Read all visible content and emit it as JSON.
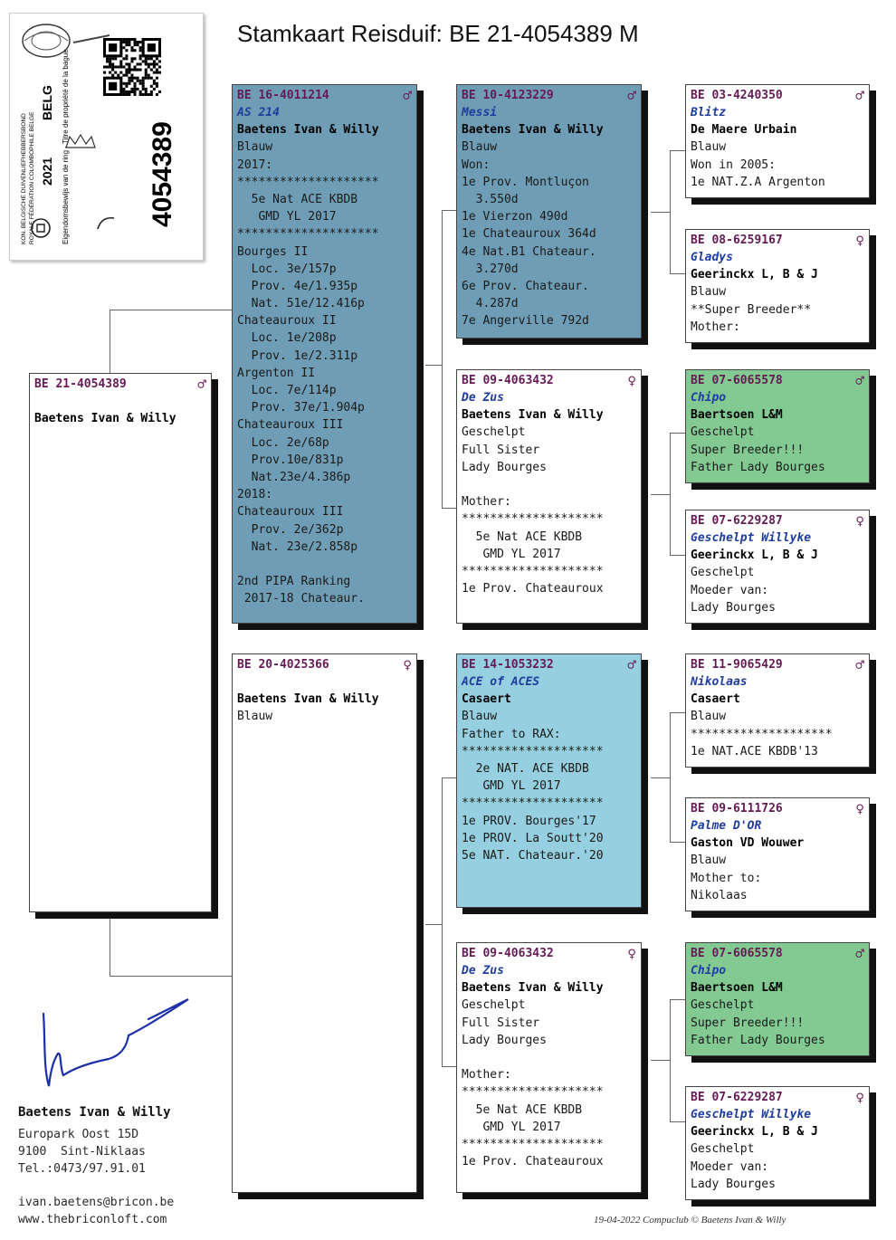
{
  "title": "Stamkaart Reisduif: BE  21-4054389 M",
  "ring_tag": {
    "org_line1": "KON. BELGISCHE DUIVENLIEFHEBBERSBOND",
    "org_line2": "ROYALE FÉDÉRATION COLOMBOPHILE BELGE",
    "year": "2021",
    "country": "BELG",
    "ownership_text": "Eigendomsbewijs van de ring · Titre de propriété de la bague",
    "number": "4054389"
  },
  "cards": {
    "subject": {
      "hdr": "BE  21-4054389",
      "sex": "♂",
      "name": "",
      "lines": [
        {
          "t": "Baetens Ivan & Willy",
          "b": true
        }
      ]
    },
    "sire": {
      "hdr": "BE  16-4011214",
      "sex": "♂",
      "name": "AS 214",
      "lines": [
        {
          "t": "Baetens Ivan & Willy",
          "b": true
        },
        {
          "t": "Blauw"
        },
        {
          "t": "2017:"
        },
        {
          "t": "********************"
        },
        {
          "t": "  5e Nat ACE KBDB"
        },
        {
          "t": "   GMD YL 2017"
        },
        {
          "t": "********************"
        },
        {
          "t": "Bourges II"
        },
        {
          "t": "  Loc. 3e/157p"
        },
        {
          "t": "  Prov. 4e/1.935p"
        },
        {
          "t": "  Nat. 51e/12.416p"
        },
        {
          "t": "Chateauroux II"
        },
        {
          "t": "  Loc. 1e/208p"
        },
        {
          "t": "  Prov. 1e/2.311p"
        },
        {
          "t": "Argenton II"
        },
        {
          "t": "  Loc. 7e/114p"
        },
        {
          "t": "  Prov. 37e/1.904p"
        },
        {
          "t": "Chateauroux III"
        },
        {
          "t": "  Loc. 2e/68p"
        },
        {
          "t": "  Prov.10e/831p"
        },
        {
          "t": "  Nat.23e/4.386p"
        },
        {
          "t": "2018:"
        },
        {
          "t": "Chateauroux III"
        },
        {
          "t": "  Prov. 2e/362p"
        },
        {
          "t": "  Nat. 23e/2.858p"
        },
        {
          "t": ""
        },
        {
          "t": "2nd PIPA Ranking"
        },
        {
          "t": " 2017-18 Chateaur."
        }
      ]
    },
    "dam": {
      "hdr": "BE  20-4025366",
      "sex": "♀",
      "name": "",
      "lines": [
        {
          "t": "Baetens Ivan & Willy",
          "b": true
        },
        {
          "t": "Blauw"
        }
      ]
    },
    "ss": {
      "hdr": "BE  10-4123229",
      "sex": "♂",
      "name": "Messi",
      "lines": [
        {
          "t": "Baetens Ivan & Willy",
          "b": true
        },
        {
          "t": "Blauw"
        },
        {
          "t": "Won:"
        },
        {
          "t": "1e Prov. Montluçon"
        },
        {
          "t": "  3.550d"
        },
        {
          "t": "1e Vierzon 490d"
        },
        {
          "t": "1e Chateauroux 364d"
        },
        {
          "t": "4e Nat.B1 Chateaur."
        },
        {
          "t": "  3.270d"
        },
        {
          "t": "6e Prov. Chateaur."
        },
        {
          "t": "  4.287d"
        },
        {
          "t": "7e Angerville 792d"
        }
      ]
    },
    "sd": {
      "hdr": "BE  09-4063432",
      "sex": "♀",
      "name": "De Zus",
      "lines": [
        {
          "t": "Baetens Ivan & Willy",
          "b": true
        },
        {
          "t": "Geschelpt"
        },
        {
          "t": "Full Sister"
        },
        {
          "t": "Lady Bourges"
        },
        {
          "t": ""
        },
        {
          "t": "Mother:"
        },
        {
          "t": "********************"
        },
        {
          "t": "  5e Nat ACE KBDB"
        },
        {
          "t": "   GMD YL 2017"
        },
        {
          "t": "********************"
        },
        {
          "t": "1e Prov. Chateauroux"
        }
      ]
    },
    "ds": {
      "hdr": "BE  14-1053232",
      "sex": "♂",
      "name": "ACE of ACES",
      "lines": [
        {
          "t": "Casaert",
          "b": true
        },
        {
          "t": "Blauw"
        },
        {
          "t": "Father to RAX:"
        },
        {
          "t": "********************"
        },
        {
          "t": "  2e NAT. ACE KBDB"
        },
        {
          "t": "   GMD YL 2017"
        },
        {
          "t": "********************"
        },
        {
          "t": "1e PROV. Bourges'17"
        },
        {
          "t": "1e PROV. La Soutt'20"
        },
        {
          "t": "5e NAT. Chateaur.'20"
        }
      ]
    },
    "dd": {
      "hdr": "BE  09-4063432",
      "sex": "♀",
      "name": "De Zus",
      "lines": [
        {
          "t": "Baetens Ivan & Willy",
          "b": true
        },
        {
          "t": "Geschelpt"
        },
        {
          "t": "Full Sister"
        },
        {
          "t": "Lady Bourges"
        },
        {
          "t": ""
        },
        {
          "t": "Mother:"
        },
        {
          "t": "********************"
        },
        {
          "t": "  5e Nat ACE KBDB"
        },
        {
          "t": "   GMD YL 2017"
        },
        {
          "t": "********************"
        },
        {
          "t": "1e Prov. Chateauroux"
        }
      ]
    },
    "sss": {
      "hdr": "BE  03-4240350",
      "sex": "♂",
      "name": "Blitz",
      "lines": [
        {
          "t": "De Maere Urbain",
          "b": true
        },
        {
          "t": "Blauw"
        },
        {
          "t": "Won in 2005:"
        },
        {
          "t": "1e NAT.Z.A Argenton"
        }
      ]
    },
    "ssd": {
      "hdr": "BE  08-6259167",
      "sex": "♀",
      "name": "Gladys",
      "lines": [
        {
          "t": "Geerinckx L, B & J",
          "b": true
        },
        {
          "t": "Blauw"
        },
        {
          "t": "**Super Breeder**"
        },
        {
          "t": "Mother:"
        }
      ]
    },
    "sds": {
      "hdr": "BE  07-6065578",
      "sex": "♂",
      "name": "Chipo",
      "lines": [
        {
          "t": "Baertsoen L&M",
          "b": true
        },
        {
          "t": "Geschelpt"
        },
        {
          "t": "Super Breeder!!!"
        },
        {
          "t": "Father Lady Bourges"
        }
      ]
    },
    "sdd": {
      "hdr": "BE  07-6229287",
      "sex": "♀",
      "name": "Geschelpt Willyke",
      "lines": [
        {
          "t": "Geerinckx L, B & J",
          "b": true
        },
        {
          "t": "Geschelpt"
        },
        {
          "t": "Moeder van:"
        },
        {
          "t": "Lady Bourges"
        }
      ]
    },
    "dss": {
      "hdr": "BE  11-9065429",
      "sex": "♂",
      "name": "Nikolaas",
      "lines": [
        {
          "t": "Casaert",
          "b": true
        },
        {
          "t": "Blauw"
        },
        {
          "t": "********************"
        },
        {
          "t": "1e NAT.ACE KBDB'13"
        }
      ]
    },
    "dsd": {
      "hdr": "BE  09-6111726",
      "sex": "♀",
      "name": "Palme D'OR",
      "lines": [
        {
          "t": "Gaston VD Wouwer",
          "b": true
        },
        {
          "t": "Blauw"
        },
        {
          "t": "Mother to:"
        },
        {
          "t": "Nikolaas"
        }
      ]
    },
    "dds": {
      "hdr": "BE  07-6065578",
      "sex": "♂",
      "name": "Chipo",
      "lines": [
        {
          "t": "Baertsoen L&M",
          "b": true
        },
        {
          "t": "Geschelpt"
        },
        {
          "t": "Super Breeder!!!"
        },
        {
          "t": "Father Lady Bourges"
        }
      ]
    },
    "ddd": {
      "hdr": "BE  07-6229287",
      "sex": "♀",
      "name": "Geschelpt Willyke",
      "lines": [
        {
          "t": "Geerinckx L, B & J",
          "b": true
        },
        {
          "t": "Geschelpt"
        },
        {
          "t": "Moeder van:"
        },
        {
          "t": "Lady Bourges"
        }
      ]
    }
  },
  "footer": {
    "owner": "Baetens Ivan & Willy",
    "address1": "Europark Oost 15D",
    "address2": "9100  Sint-Niklaas",
    "phone": "Tel.:0473/97.91.01",
    "email": "ivan.baetens@bricon.be",
    "website": "www.thebriconloft.com",
    "date_credit": "19-04-2022  Compuclub © Baetens Ivan & Willy"
  }
}
